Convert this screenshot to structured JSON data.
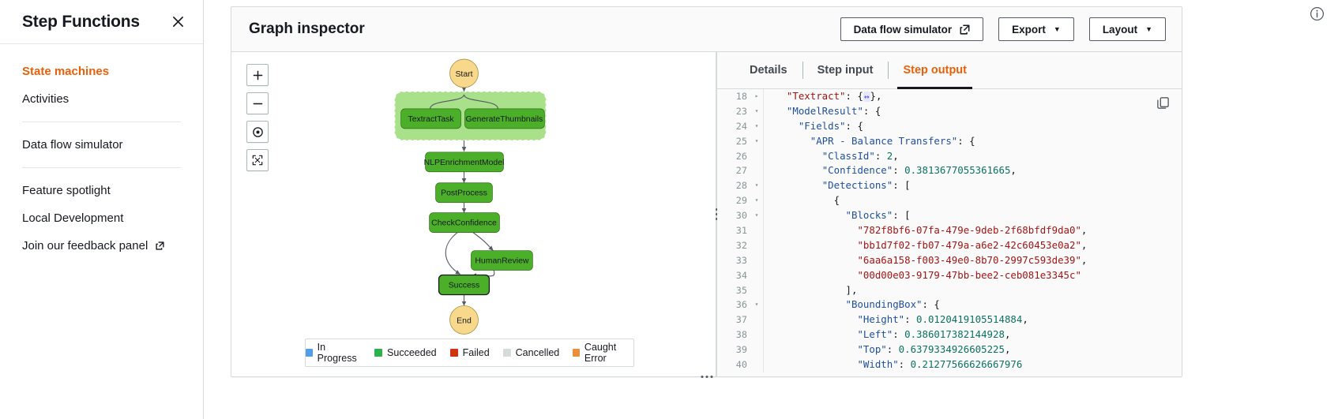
{
  "sidebar": {
    "title": "Step Functions",
    "close_icon": "close-icon",
    "items": [
      {
        "label": "State machines",
        "active": true,
        "external": false
      },
      {
        "label": "Activities",
        "active": false,
        "external": false
      },
      {
        "label": "Data flow simulator",
        "active": false,
        "external": false
      },
      {
        "label": "Feature spotlight",
        "active": false,
        "external": false
      },
      {
        "label": "Local Development",
        "active": false,
        "external": false
      },
      {
        "label": "Join our feedback panel",
        "active": false,
        "external": true
      }
    ]
  },
  "panel": {
    "title": "Graph inspector",
    "buttons": {
      "data_flow_simulator": "Data flow simulator",
      "export": "Export",
      "layout": "Layout",
      "caret": "▼"
    }
  },
  "graph": {
    "zoom_controls": [
      {
        "name": "zoom-in-button",
        "glyph": "+"
      },
      {
        "name": "zoom-out-button",
        "glyph": "−"
      },
      {
        "name": "zoom-reset-button",
        "glyph": "◉"
      },
      {
        "name": "zoom-fit-button",
        "glyph": "⛶"
      }
    ],
    "nodes": [
      {
        "id": "start",
        "label": "Start",
        "type": "circle",
        "fill": "#f8d88a"
      },
      {
        "id": "textract_task",
        "label": "TextractTask",
        "type": "task",
        "fill": "#4caf29"
      },
      {
        "id": "generate_thumbnails",
        "label": "GenerateThumbnails",
        "type": "task",
        "fill": "#4caf29"
      },
      {
        "id": "nlp_enrichment_model",
        "label": "NLPEnrichmentModel",
        "type": "task",
        "fill": "#4caf29"
      },
      {
        "id": "post_process",
        "label": "PostProcess",
        "type": "task",
        "fill": "#4caf29"
      },
      {
        "id": "check_confidence",
        "label": "CheckConfidence",
        "type": "task",
        "fill": "#4caf29"
      },
      {
        "id": "human_review",
        "label": "HumanReview",
        "type": "task",
        "fill": "#4caf29"
      },
      {
        "id": "success",
        "label": "Success",
        "type": "task",
        "fill": "#4caf29"
      },
      {
        "id": "end",
        "label": "End",
        "type": "circle",
        "fill": "#f8d88a"
      }
    ],
    "parallel_group": {
      "fill": "#a9e08a"
    },
    "legend": [
      {
        "label": "In Progress",
        "color": "#539fe5"
      },
      {
        "label": "Succeeded",
        "color": "#2bb24c"
      },
      {
        "label": "Failed",
        "color": "#d13212"
      },
      {
        "label": "Cancelled",
        "color": "#d5dbdb"
      },
      {
        "label": "Caught Error",
        "color": "#eb8f3d"
      }
    ]
  },
  "detail": {
    "tabs": [
      {
        "label": "Details",
        "active": false
      },
      {
        "label": "Step input",
        "active": false
      },
      {
        "label": "Step output",
        "active": true
      }
    ],
    "copy_icon": "copy-icon",
    "code_lines": [
      {
        "num": "18",
        "fold": "▸",
        "indent": 0,
        "tokens": [
          {
            "t": "s",
            "v": "\"Textract\""
          },
          {
            "t": "p",
            "v": ": {"
          },
          {
            "t": "collapsed",
            "v": "↔"
          },
          {
            "t": "p",
            "v": "},"
          }
        ]
      },
      {
        "num": "23",
        "fold": "▾",
        "indent": 0,
        "tokens": [
          {
            "t": "k",
            "v": "\"ModelResult\""
          },
          {
            "t": "p",
            "v": ": {"
          }
        ]
      },
      {
        "num": "24",
        "fold": "▾",
        "indent": 1,
        "tokens": [
          {
            "t": "k",
            "v": "\"Fields\""
          },
          {
            "t": "p",
            "v": ": {"
          }
        ]
      },
      {
        "num": "25",
        "fold": "▾",
        "indent": 2,
        "tokens": [
          {
            "t": "k",
            "v": "\"APR - Balance Transfers\""
          },
          {
            "t": "p",
            "v": ": {"
          }
        ]
      },
      {
        "num": "26",
        "fold": "",
        "indent": 3,
        "tokens": [
          {
            "t": "k",
            "v": "\"ClassId\""
          },
          {
            "t": "p",
            "v": ": "
          },
          {
            "t": "n",
            "v": "2"
          },
          {
            "t": "p",
            "v": ","
          }
        ]
      },
      {
        "num": "27",
        "fold": "",
        "indent": 3,
        "tokens": [
          {
            "t": "k",
            "v": "\"Confidence\""
          },
          {
            "t": "p",
            "v": ": "
          },
          {
            "t": "n",
            "v": "0.3813677055361665"
          },
          {
            "t": "p",
            "v": ","
          }
        ]
      },
      {
        "num": "28",
        "fold": "▾",
        "indent": 3,
        "tokens": [
          {
            "t": "k",
            "v": "\"Detections\""
          },
          {
            "t": "p",
            "v": ": ["
          }
        ]
      },
      {
        "num": "29",
        "fold": "▾",
        "indent": 4,
        "tokens": [
          {
            "t": "p",
            "v": "{"
          }
        ]
      },
      {
        "num": "30",
        "fold": "▾",
        "indent": 5,
        "tokens": [
          {
            "t": "k",
            "v": "\"Blocks\""
          },
          {
            "t": "p",
            "v": ": ["
          }
        ]
      },
      {
        "num": "31",
        "fold": "",
        "indent": 6,
        "tokens": [
          {
            "t": "s",
            "v": "\"782f8bf6-07fa-479e-9deb-2f68bfdf9da0\""
          },
          {
            "t": "p",
            "v": ","
          }
        ]
      },
      {
        "num": "32",
        "fold": "",
        "indent": 6,
        "tokens": [
          {
            "t": "s",
            "v": "\"bb1d7f02-fb07-479a-a6e2-42c60453e0a2\""
          },
          {
            "t": "p",
            "v": ","
          }
        ]
      },
      {
        "num": "33",
        "fold": "",
        "indent": 6,
        "tokens": [
          {
            "t": "s",
            "v": "\"6aa6a158-f003-49e0-8b70-2997c593de39\""
          },
          {
            "t": "p",
            "v": ","
          }
        ]
      },
      {
        "num": "34",
        "fold": "",
        "indent": 6,
        "tokens": [
          {
            "t": "s",
            "v": "\"00d00e03-9179-47bb-bee2-ceb081e3345c\""
          }
        ]
      },
      {
        "num": "35",
        "fold": "",
        "indent": 5,
        "tokens": [
          {
            "t": "p",
            "v": "],"
          }
        ]
      },
      {
        "num": "36",
        "fold": "▾",
        "indent": 5,
        "tokens": [
          {
            "t": "k",
            "v": "\"BoundingBox\""
          },
          {
            "t": "p",
            "v": ": {"
          }
        ]
      },
      {
        "num": "37",
        "fold": "",
        "indent": 6,
        "tokens": [
          {
            "t": "k",
            "v": "\"Height\""
          },
          {
            "t": "p",
            "v": ": "
          },
          {
            "t": "n",
            "v": "0.0120419105514884"
          },
          {
            "t": "p",
            "v": ","
          }
        ]
      },
      {
        "num": "38",
        "fold": "",
        "indent": 6,
        "tokens": [
          {
            "t": "k",
            "v": "\"Left\""
          },
          {
            "t": "p",
            "v": ": "
          },
          {
            "t": "n",
            "v": "0.386017382144928"
          },
          {
            "t": "p",
            "v": ","
          }
        ]
      },
      {
        "num": "39",
        "fold": "",
        "indent": 6,
        "tokens": [
          {
            "t": "k",
            "v": "\"Top\""
          },
          {
            "t": "p",
            "v": ": "
          },
          {
            "t": "n",
            "v": "0.6379334926605225"
          },
          {
            "t": "p",
            "v": ","
          }
        ]
      },
      {
        "num": "40",
        "fold": "",
        "indent": 6,
        "tokens": [
          {
            "t": "k",
            "v": "\"Width\""
          },
          {
            "t": "p",
            "v": ": "
          },
          {
            "t": "n",
            "v": "0.21277566626667976"
          }
        ]
      }
    ]
  },
  "info_icon": "info-icon"
}
